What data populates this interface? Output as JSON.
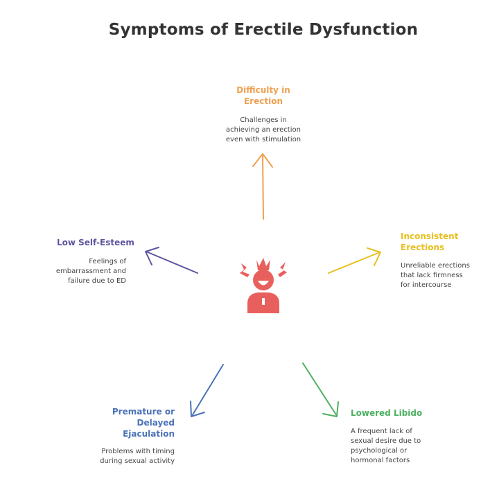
{
  "title": "Symptoms of Erectile Dysfunction",
  "nodes": [
    {
      "label": "Difficulty in Erection",
      "label_lines": [
        "Difficulty in",
        "Erection"
      ],
      "description": "Challenges in achieving an erection even with stimulation",
      "description_lines": [
        "Challenges in",
        "achieving an erection",
        "even with stimulation"
      ],
      "color": "#F0A050"
    },
    {
      "label": "Inconsistent Erections",
      "label_lines": [
        "Inconsistent",
        "Erections"
      ],
      "description": "Unreliable erections that lack firmness for intercourse",
      "description_lines": [
        "Unreliable erections",
        "that lack firmness",
        "for intercourse"
      ],
      "color": "#E8C020"
    },
    {
      "label": "Lowered Libido",
      "label_lines": [
        "Lowered Libido"
      ],
      "description": "A frequent lack of sexual desire due to psychological or hormonal factors",
      "description_lines": [
        "A frequent lack of",
        "sexual desire due to",
        "psychological or",
        "hormonal factors"
      ],
      "color": "#4CAF60"
    },
    {
      "label": "Premature or Delayed Ejaculation",
      "label_lines": [
        "Premature or",
        "Delayed",
        "Ejaculation"
      ],
      "description": "Problems with timing during sexual activity",
      "description_lines": [
        "Problems with timing",
        "during sexual activity"
      ],
      "color": "#4A72B8"
    },
    {
      "label": "Low Self-Esteem",
      "label_lines": [
        "Low Self-Esteem"
      ],
      "description": "Feelings of embarrassment and failure due to ED",
      "description_lines": [
        "Feelings of",
        "embarrassment and",
        "failure due to ED"
      ],
      "color": "#5C55A0"
    }
  ],
  "center_icon": "frustrated-person-icon",
  "center_color": "#E8605E"
}
